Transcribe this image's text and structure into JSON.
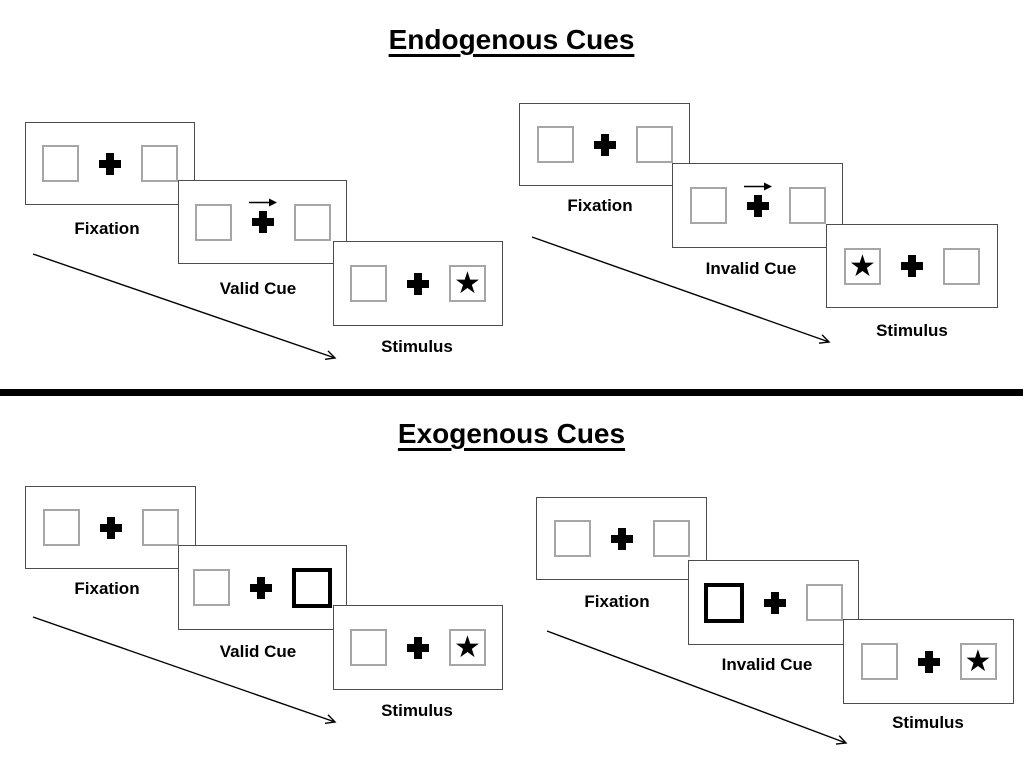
{
  "figure": {
    "description": "Spatial attention cueing paradigm diagram with endogenous and exogenous cue trial sequences",
    "sections": [
      {
        "title": "Endogenous Cues",
        "groups": [
          {
            "name": "valid",
            "panels": [
              {
                "label": "Fixation",
                "kind": "fixation"
              },
              {
                "label": "Valid Cue",
                "kind": "endogenous-cue",
                "cue": "central-arrow-right"
              },
              {
                "label": "Stimulus",
                "kind": "stimulus",
                "star_side": "right"
              }
            ]
          },
          {
            "name": "invalid",
            "panels": [
              {
                "label": "Fixation",
                "kind": "fixation"
              },
              {
                "label": "Invalid Cue",
                "kind": "endogenous-cue",
                "cue": "central-arrow-right"
              },
              {
                "label": "Stimulus",
                "kind": "stimulus",
                "star_side": "left"
              }
            ]
          }
        ]
      },
      {
        "title": "Exogenous Cues",
        "groups": [
          {
            "name": "valid",
            "panels": [
              {
                "label": "Fixation",
                "kind": "fixation"
              },
              {
                "label": "Valid Cue",
                "kind": "exogenous-cue",
                "cue": "bold-box-right"
              },
              {
                "label": "Stimulus",
                "kind": "stimulus",
                "star_side": "right"
              }
            ]
          },
          {
            "name": "invalid",
            "panels": [
              {
                "label": "Fixation",
                "kind": "fixation"
              },
              {
                "label": "Invalid Cue",
                "kind": "exogenous-cue",
                "cue": "bold-box-left"
              },
              {
                "label": "Stimulus",
                "kind": "stimulus",
                "star_side": "right"
              }
            ]
          }
        ]
      }
    ],
    "glyphs": {
      "star": "★"
    },
    "colors": {
      "ink": "#000000",
      "panel_border": "#4d4d4d",
      "box_border": "#a6a6a6",
      "background": "#ffffff"
    }
  }
}
